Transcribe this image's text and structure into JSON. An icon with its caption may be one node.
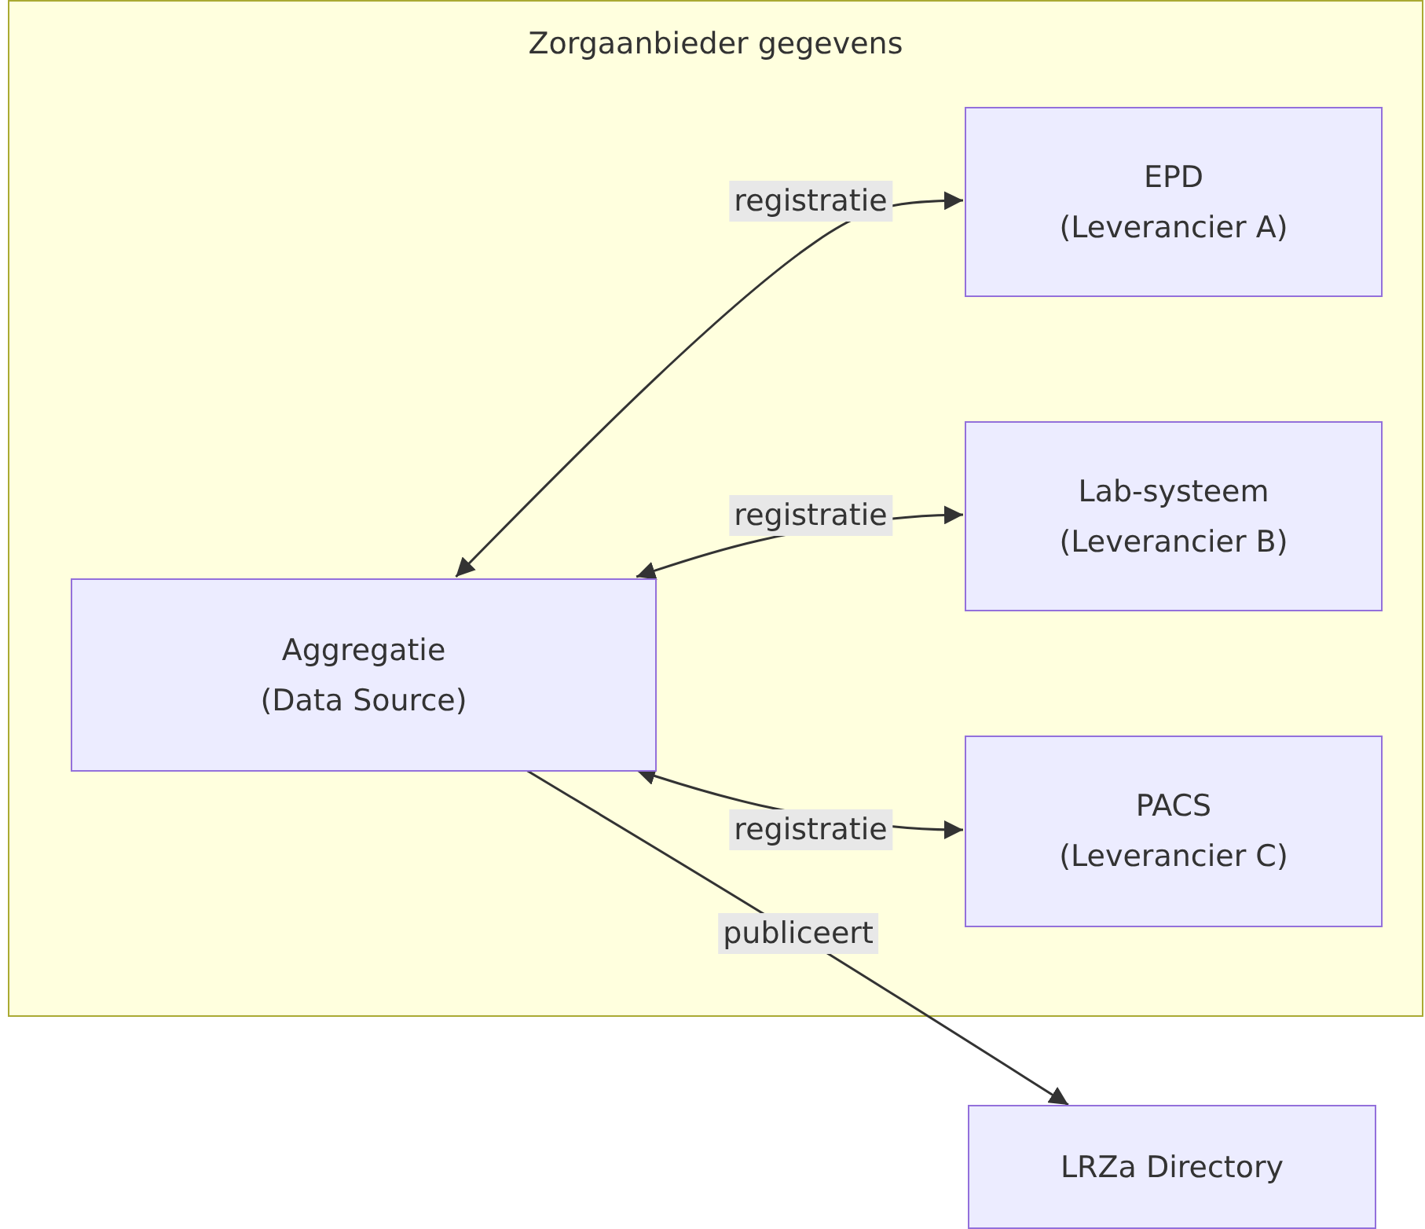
{
  "diagram": {
    "nodes": [
      {
        "text": [
          "Zorgaanbieder gegevens"
        ]
      },
      {
        "text": [
          "EPD",
          "(Leverancier A)"
        ],
        "in": 0
      },
      {
        "text": [
          "Lab-systeem",
          "(Leverancier B)"
        ],
        "in": 0
      },
      {
        "text": [
          "Aggregatie",
          "(Data Source)"
        ],
        "in": 0
      },
      {
        "text": [
          "PACS",
          "(Leverancier C)"
        ],
        "in": 0
      },
      {
        "text": [
          "LRZa Directory"
        ]
      }
    ],
    "edges": [
      {
        "from": 3,
        "to": 1,
        "arrow": "both",
        "label": "registratie"
      },
      {
        "from": 3,
        "to": 2,
        "arrow": "both",
        "label": "registratie"
      },
      {
        "from": 3,
        "to": 4,
        "arrow": "both",
        "label": "registratie"
      },
      {
        "from": 3,
        "to": 5,
        "arrow": "to",
        "label": "publiceert"
      }
    ]
  }
}
